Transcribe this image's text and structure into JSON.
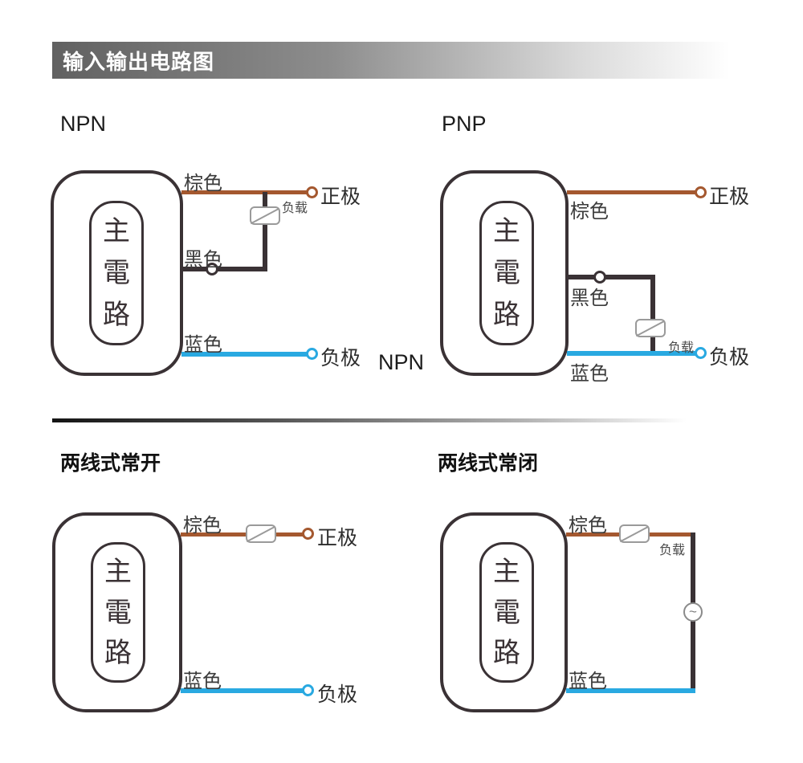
{
  "header": {
    "title": "输入输出电路图"
  },
  "colors": {
    "brown_wire": "#A4582F",
    "blue_wire": "#29A9E1",
    "dark_line": "#3A3235"
  },
  "sections": {
    "top": {
      "npn": {
        "title": "NPN",
        "main_circuit": "主電路",
        "brown_label": "棕色",
        "black_label": "黑色",
        "blue_label": "蓝色",
        "positive_terminal": "正极",
        "negative_terminal": "负极",
        "load_label": "负载",
        "extra_label": "NPN"
      },
      "pnp": {
        "title": "PNP",
        "main_circuit": "主電路",
        "brown_label": "棕色",
        "black_label": "黑色",
        "blue_label": "蓝色",
        "positive_terminal": "正极",
        "negative_terminal": "负极",
        "load_label": "负载"
      }
    },
    "bottom": {
      "two_wire_no": {
        "title": "两线式常开",
        "main_circuit": "主電路",
        "brown_label": "棕色",
        "blue_label": "蓝色",
        "positive_terminal": "正极",
        "negative_terminal": "负极"
      },
      "two_wire_nc": {
        "title": "两线式常闭",
        "main_circuit": "主電路",
        "brown_label": "棕色",
        "blue_label": "蓝色",
        "load_label": "负载",
        "ac_symbol": "~"
      }
    }
  }
}
